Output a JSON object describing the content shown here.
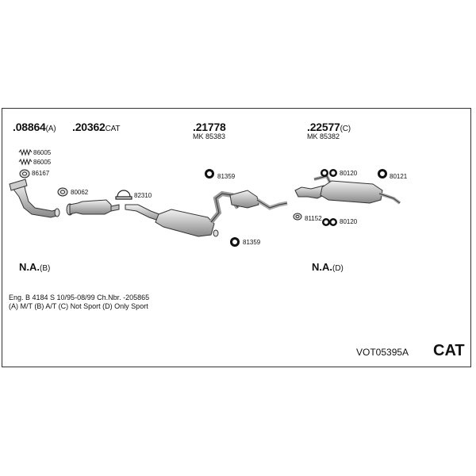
{
  "parts": [
    {
      "number": ".08864",
      "suffix": "(A)"
    },
    {
      "number": ".20362",
      "suffix": "CAT"
    },
    {
      "number": ".21778",
      "suffix": "",
      "mk": "MK  85383"
    },
    {
      "number": ".22577",
      "suffix": "(C)",
      "mk": "MK  85382"
    }
  ],
  "components": {
    "c86005a": "86005",
    "c86005b": "86005",
    "c86167": "86167",
    "c80062": "80062",
    "c82310": "82310",
    "c81359a": "81359",
    "c81359b": "81359",
    "c80120a": "80120",
    "c80121": "80121",
    "c81152": "81152",
    "c80120b": "80120"
  },
  "na_labels": [
    {
      "text": "N.A.",
      "suffix": "(B)"
    },
    {
      "text": "N.A.",
      "suffix": "(D)"
    }
  ],
  "notes": {
    "line1": "Eng. B 4184 S   10/95-08/99   Ch.Nbr. -205865",
    "line2": "(A) M/T (B) A/T (C) Not Sport (D) Only Sport"
  },
  "set_code": "VOT05395A",
  "cat_label": "CAT",
  "colors": {
    "line": "#333333",
    "fill": "#cfcfcf",
    "text": "#111111"
  }
}
